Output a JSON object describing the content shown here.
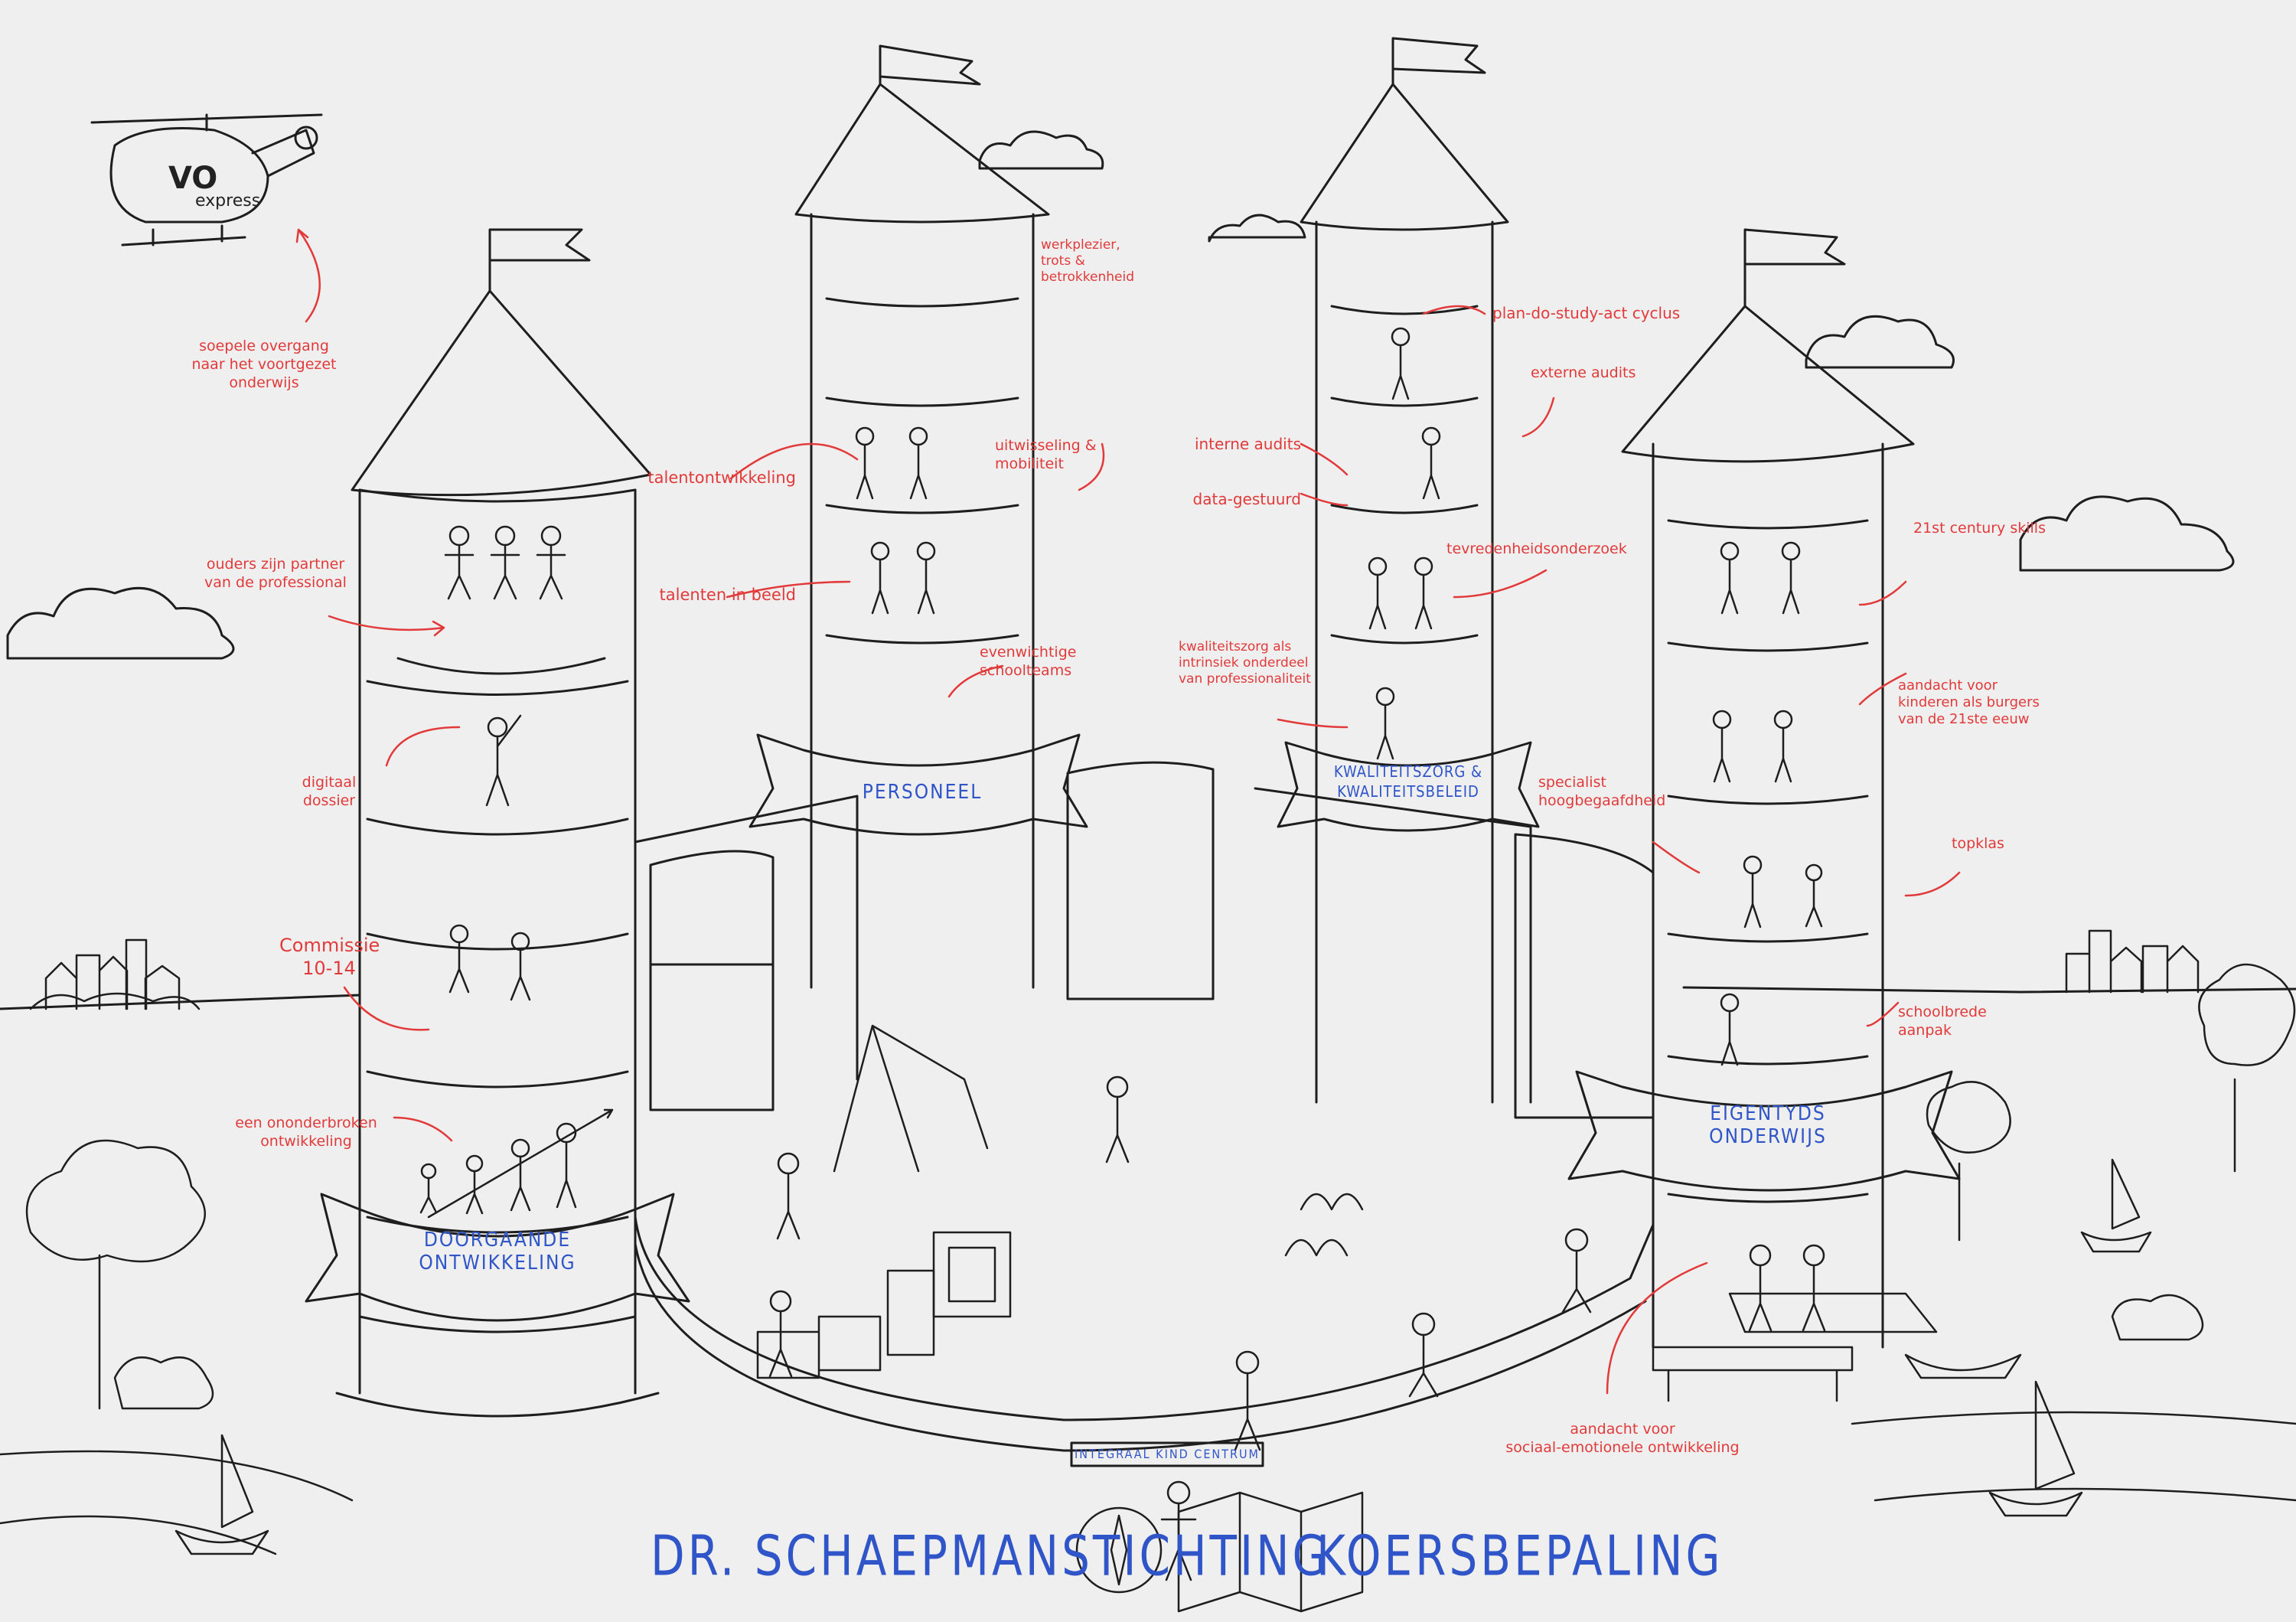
{
  "colors": {
    "background": "#efefef",
    "ink": "#1e1e1e",
    "annotation_red": "#e23a3a",
    "banner_blue": "#2f55c8"
  },
  "titles": {
    "organization": "DR. SCHAEPMANSTICHTING",
    "theme": "KOERSBEPALING"
  },
  "center_banner": "INTEGRAAL KIND CENTRUM",
  "helicopter": {
    "logo": "VO",
    "text": "express"
  },
  "towers": [
    {
      "banner": "DOORGAANDE\nONTWIKKELING"
    },
    {
      "banner": "PERSONEEL"
    },
    {
      "banner": "KWALITEITSZORG &\nKWALITEITSBELEID"
    },
    {
      "banner": "EIGENTYDS\nONDERWIJS"
    }
  ],
  "annotations": [
    "soepele overgang\nnaar het voortgezet onderwijs",
    "ouders zijn partner\nvan de professional",
    "digitaal\ndossier",
    "Commissie\n10-14",
    "een ononderbroken\nontwikkeling",
    "talentontwikkeling",
    "talenten in beeld",
    "werkplezier,\ntrots &\nbetrokkenheid",
    "uitwisseling &\nmobiliteit",
    "evenwichtige\nschoolteams",
    "plan-do-study-act cyclus",
    "externe audits",
    "interne audits",
    "data-gestuurd",
    "tevredenheidsonderzoek",
    "kwaliteitszorg als\nintrinsiek onderdeel\nvan professionaliteit",
    "21st century skills",
    "aandacht voor\nkinderen als burgers\nvan de 21ste eeuw",
    "specialist\nhoogbegaafdheid",
    "topklas",
    "schoolbrede\naanpak",
    "aandacht voor\nsociaal-emotionele ontwikkeling"
  ]
}
